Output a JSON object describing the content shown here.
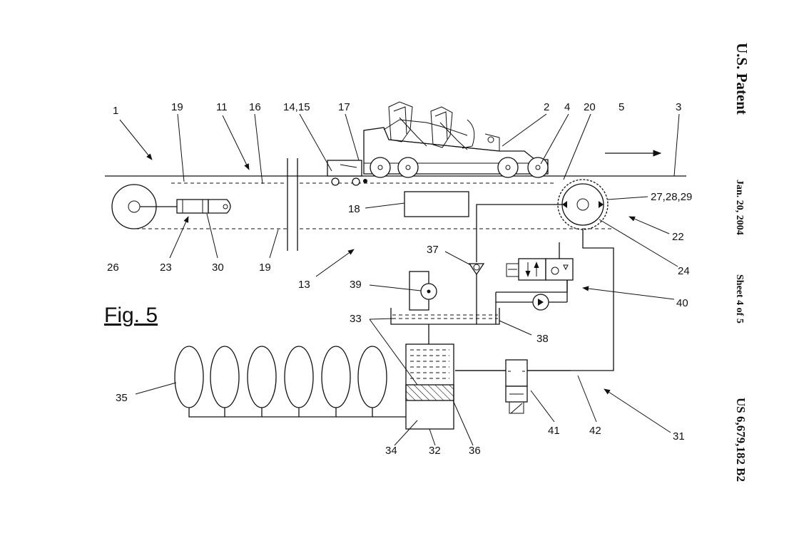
{
  "header": {
    "publication": "U.S. Patent",
    "date": "Jan. 20, 2004",
    "sheet": "Sheet 4 of 5",
    "patent_number": "US 6,679,182 B2"
  },
  "figure": {
    "title": "Fig. 5",
    "reference_numerals": {
      "n1": "1",
      "n19a": "19",
      "n11": "11",
      "n16": "16",
      "n14_15": "14,15",
      "n17": "17",
      "n2": "2",
      "n4": "4",
      "n20": "20",
      "n5": "5",
      "n3": "3",
      "n27_28_29": "27,28,29",
      "n18": "18",
      "n22": "22",
      "n26": "26",
      "n23": "23",
      "n30": "30",
      "n19b": "19",
      "n13": "13",
      "n24": "24",
      "n37": "37",
      "n39": "39",
      "n40": "40",
      "n33": "33",
      "n38": "38",
      "n35": "35",
      "n41": "41",
      "n42": "42",
      "n31": "31",
      "n34": "34",
      "n32": "32",
      "n36": "36"
    }
  }
}
